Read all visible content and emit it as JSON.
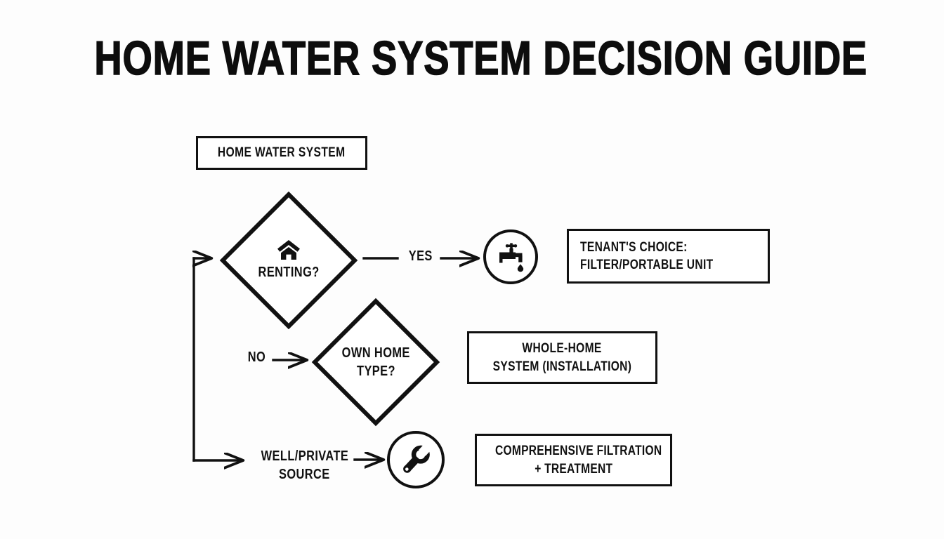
{
  "page": {
    "title": "HOME WATER SYSTEM DECISION GUIDE",
    "background_color": "#fdfdfd",
    "ink_color": "#111111"
  },
  "diagram": {
    "type": "flowchart",
    "orientation": "left-to-right",
    "nodes": [
      {
        "id": "start",
        "shape": "rectangle",
        "label": "HOME WATER SYSTEM",
        "align": "center"
      },
      {
        "id": "renting",
        "shape": "diamond",
        "label": "RENTING?",
        "icon": "house-icon"
      },
      {
        "id": "tenant_choice",
        "shape": "rectangle",
        "align": "left",
        "line1": "TENANT'S CHOICE:",
        "line2": "FILTER/PORTABLE UNIT",
        "icon": "faucet-icon"
      },
      {
        "id": "own_home_type",
        "shape": "diamond",
        "line1": "OWN HOME",
        "line2": "TYPE?"
      },
      {
        "id": "whole_home",
        "shape": "rectangle",
        "align": "center",
        "line1": "WHOLE-HOME",
        "line2": "SYSTEM (INSTALLATION)"
      },
      {
        "id": "comprehensive",
        "shape": "rectangle",
        "align": "center",
        "line1": "COMPREHENSIVE FILTRATION",
        "line2": "+ TREATMENT",
        "icon": "wrench-icon"
      }
    ],
    "edges": [
      {
        "id": "yes_edge",
        "label": "YES",
        "from": "renting",
        "to": "tenant_choice"
      },
      {
        "id": "no_edge",
        "label": "NO",
        "from": "renting",
        "to": "own_home_type"
      },
      {
        "id": "well_edge",
        "line1": "WELL/PRIVATE",
        "line2": "SOURCE",
        "from": "renting",
        "to": "comprehensive"
      }
    ],
    "icons": {
      "house": "house-icon",
      "faucet": "faucet-icon",
      "wrench": "wrench-icon"
    }
  }
}
